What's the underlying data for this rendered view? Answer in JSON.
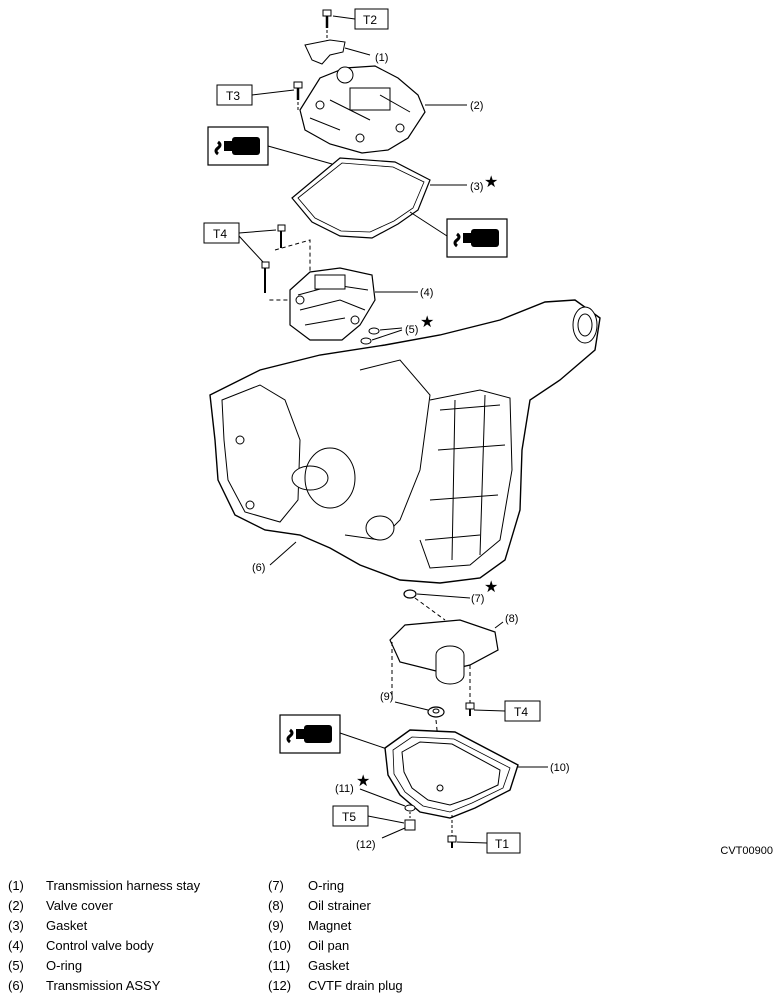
{
  "torque_labels": {
    "t2": "T2",
    "t3": "T3",
    "t4_top": "T4",
    "t4_bottom": "T4",
    "t1": "T1",
    "t5": "T5"
  },
  "callouts": {
    "c1": "(1)",
    "c2": "(2)",
    "c3": "(3)",
    "c4": "(4)",
    "c5": "(5)",
    "c6": "(6)",
    "c7": "(7)",
    "c8": "(8)",
    "c9": "(9)",
    "c10": "(10)",
    "c11": "(11)",
    "c12": "(12)"
  },
  "symbols": {
    "replace_star": "★",
    "fluid_icon": "fluid-application-icon"
  },
  "figure_code": "CVT00900",
  "legend": {
    "left": [
      {
        "num": "(1)",
        "name": "Transmission harness stay"
      },
      {
        "num": "(2)",
        "name": "Valve cover"
      },
      {
        "num": "(3)",
        "name": "Gasket"
      },
      {
        "num": "(4)",
        "name": "Control valve body"
      },
      {
        "num": "(5)",
        "name": "O-ring"
      },
      {
        "num": "(6)",
        "name": "Transmission ASSY"
      }
    ],
    "right": [
      {
        "num": "(7)",
        "name": "O-ring"
      },
      {
        "num": "(8)",
        "name": "Oil strainer"
      },
      {
        "num": "(9)",
        "name": "Magnet"
      },
      {
        "num": "(10)",
        "name": "Oil pan"
      },
      {
        "num": "(11)",
        "name": "Gasket"
      },
      {
        "num": "(12)",
        "name": "CVTF drain plug"
      }
    ]
  }
}
